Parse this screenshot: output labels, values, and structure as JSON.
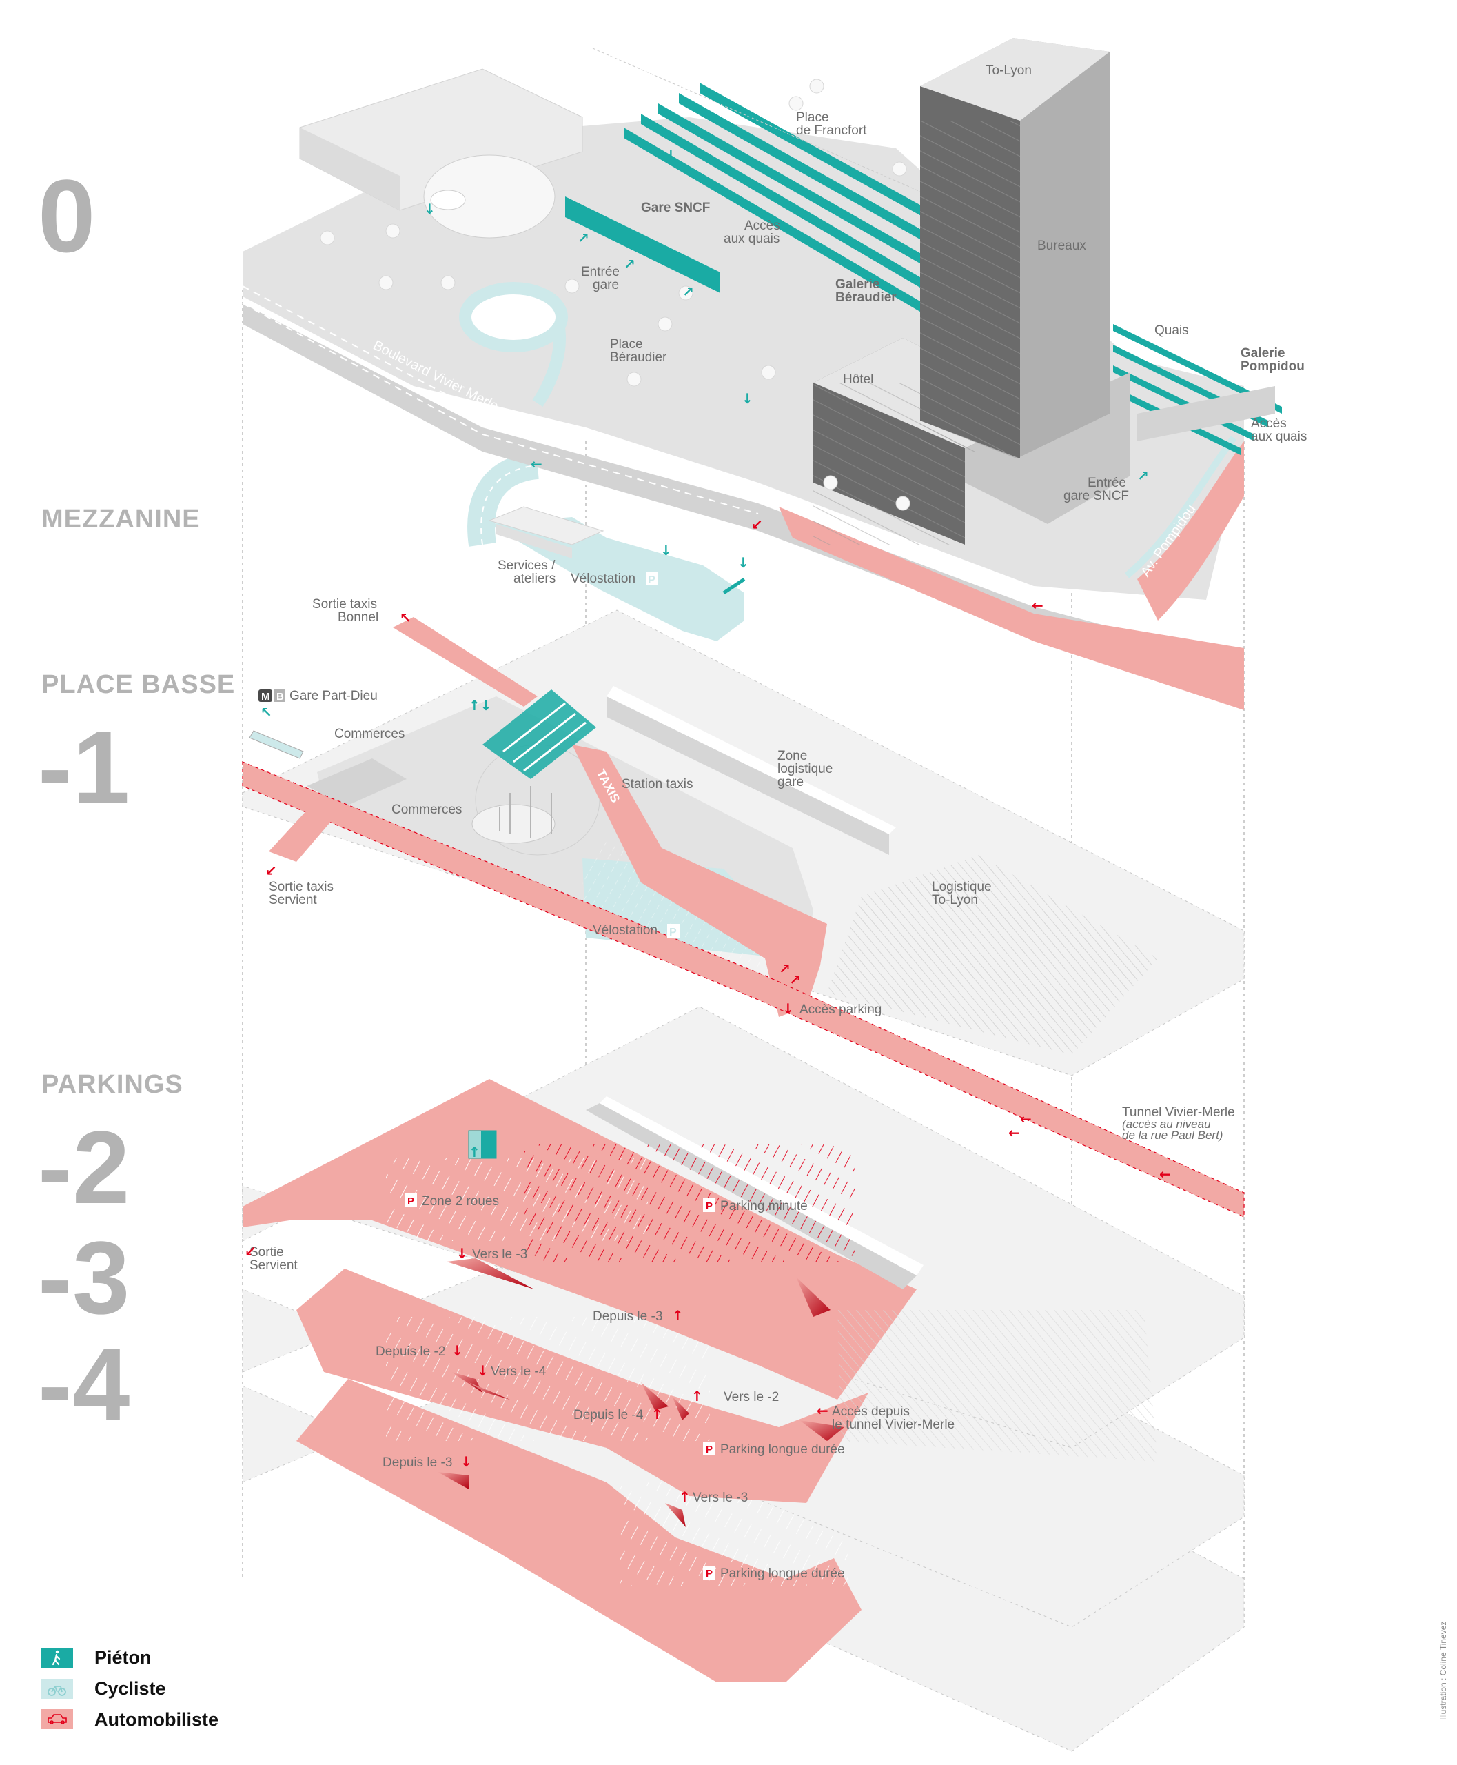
{
  "colors": {
    "pedestrian": "#1aaba4",
    "cyclist": "#cde9ea",
    "motorist": "#f2a9a5",
    "arrow_red": "#e2001a",
    "level_label": "#b3b3b3",
    "text": "#6e6e6e",
    "ground": "#e3e3e3",
    "tower_dark": "#6b6b6b"
  },
  "levels": {
    "ground": {
      "number": "0"
    },
    "mezzanine": {
      "name": "MEZZANINE"
    },
    "place_basse": {
      "name": "PLACE BASSE",
      "number": "-1"
    },
    "parkings": {
      "name": "PARKINGS",
      "numbers": [
        "-2",
        "-3",
        "-4"
      ]
    }
  },
  "ground_labels": {
    "to_lyon": "To-Lyon",
    "bureaux": "Bureaux",
    "place_francfort": [
      "Place",
      "de Francfort"
    ],
    "gare_sncf": "Gare SNCF",
    "acces_quais_1": [
      "Accès",
      "aux quais"
    ],
    "entree_gare": [
      "Entrée",
      "gare"
    ],
    "galerie_beraudier": [
      "Galerie",
      "Béraudier"
    ],
    "place_beraudier": [
      "Place",
      "Béraudier"
    ],
    "boulevard": "Boulevard Vivier Merle",
    "hotel": "Hôtel",
    "quais": "Quais",
    "galerie_pompidou": [
      "Galerie",
      "Pompidou"
    ],
    "acces_quais_2": [
      "Accès",
      "aux quais"
    ],
    "entree_gare_sncf": [
      "Entrée",
      "gare SNCF"
    ],
    "av_pompidou": "Av. Pompidou"
  },
  "mezzanine_labels": {
    "services": [
      "Services /",
      "ateliers"
    ],
    "velostation": "Vélostation",
    "parking_tag": "P"
  },
  "place_basse_labels": {
    "sortie_bonnel": [
      "Sortie taxis",
      "Bonnel"
    ],
    "metro_badge_m": "M",
    "metro_badge_b": "B",
    "gare_part_dieu": "Gare Part-Dieu",
    "commerces_1": "Commerces",
    "commerces_2": "Commerces",
    "taxis": "TAXIS",
    "station_taxis": "Station taxis",
    "zone_logistique": [
      "Zone",
      "logistique",
      "gare"
    ],
    "sortie_servient": [
      "Sortie taxis",
      "Servient"
    ],
    "logistique_tolyon": [
      "Logistique",
      "To-Lyon"
    ],
    "velostation": "Vélostation",
    "parking_tag": "P",
    "acces_parking": "Accès parking",
    "tunnel": [
      "Tunnel Vivier-Merle",
      "(accès au niveau",
      "de la rue Paul Bert)"
    ]
  },
  "parking_labels": {
    "zone_2_roues": "Zone 2 roues",
    "parking_minute": "Parking minute",
    "sortie_servient": [
      "Sortie",
      "Servient"
    ],
    "vers_m3_a": "Vers le -3",
    "depuis_m3_a": "Depuis le -3",
    "depuis_m2": "Depuis le -2",
    "vers_m4": "Vers le -4",
    "vers_m2": "Vers le -2",
    "depuis_m4": "Depuis le -4",
    "acces_tunnel": [
      "Accès depuis",
      "le tunnel Vivier-Merle"
    ],
    "longue_duree_1": "Parking longue durée",
    "depuis_m3_b": "Depuis le -3",
    "vers_m3_b": "Vers le -3",
    "longue_duree_2": "Parking longue durée",
    "parking_tag": "P"
  },
  "legend": [
    {
      "label": "Piéton",
      "icon": "pedestrian-icon"
    },
    {
      "label": "Cycliste",
      "icon": "bicycle-icon"
    },
    {
      "label": "Automobiliste",
      "icon": "car-icon"
    }
  ],
  "credit": "Illustration : Coline Tinevez"
}
